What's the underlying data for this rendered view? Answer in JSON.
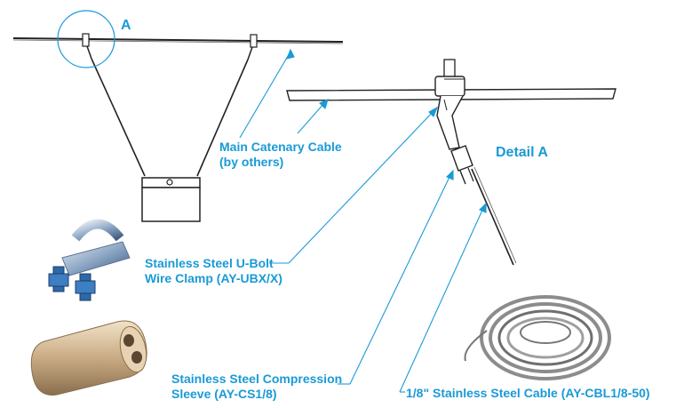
{
  "accent_color": "#1a9ad6",
  "labels": {
    "callout_a": "A",
    "detail_a": "Detail A",
    "main_cable": [
      "Main Catenary Cable",
      "(by others)"
    ],
    "u_bolt": [
      "Stainless Steel U-Bolt",
      "Wire Clamp (AY-UBX/X)"
    ],
    "sleeve": [
      "Stainless Steel Compression",
      "Sleeve (AY-CS1/8)"
    ],
    "cable": "1/8\" Stainless Steel Cable (AY-CBL1/8-50)"
  },
  "icons": [
    "u-bolt-clamp-photo",
    "compression-sleeve-photo",
    "cable-coil-photo"
  ]
}
